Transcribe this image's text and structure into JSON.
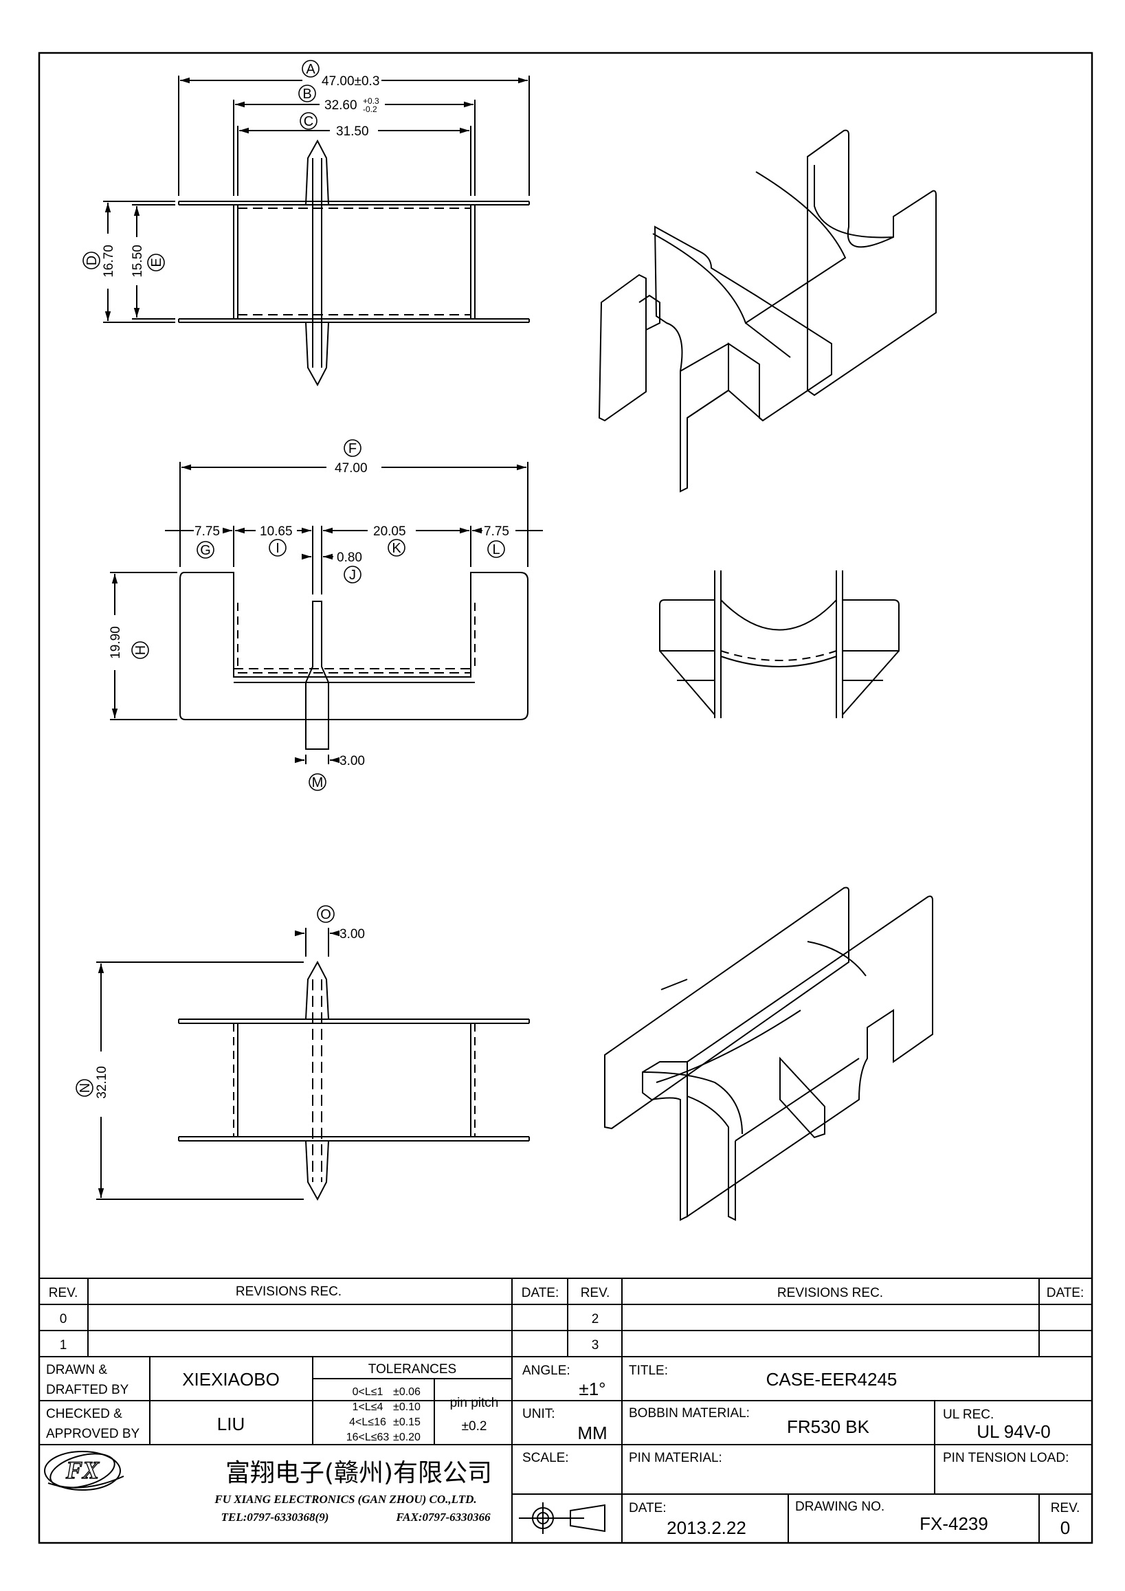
{
  "dimensions": {
    "A": {
      "label": "A",
      "value": "47.00±0.3"
    },
    "B": {
      "label": "B",
      "value": "32.60",
      "tol_upper": "+0.3",
      "tol_lower": "-0.2"
    },
    "C": {
      "label": "C",
      "value": "31.50"
    },
    "D": {
      "label": "D",
      "value": "16.70"
    },
    "E": {
      "label": "E",
      "value": "15.50"
    },
    "F": {
      "label": "F",
      "value": "47.00"
    },
    "G": {
      "label": "G",
      "value": "7.75"
    },
    "I": {
      "label": "I",
      "value": "10.65"
    },
    "K": {
      "label": "K",
      "value": "20.05"
    },
    "L": {
      "label": "L",
      "value": "7.75"
    },
    "J": {
      "label": "J",
      "value": "0.80"
    },
    "H": {
      "label": "H",
      "value": "19.90"
    },
    "M": {
      "label": "M",
      "value": "3.00"
    },
    "O": {
      "label": "O",
      "value": "3.00"
    },
    "N": {
      "label": "N",
      "value": "32.10"
    }
  },
  "revisions": {
    "header": {
      "rev": "REV.",
      "revisions_rec": "REVISIONS   REC.",
      "date": "DATE:"
    },
    "rows_left": [
      "0",
      "1"
    ],
    "rows_right": [
      "2",
      "3"
    ]
  },
  "title_block": {
    "drawn_label_1": "DRAWN  &",
    "drawn_label_2": "DRAFTED BY",
    "drawn_value": "XIEXIAOBO",
    "checked_label_1": "CHECKED &",
    "checked_label_2": "APPROVED BY",
    "checked_value": "LIU",
    "tolerances_title": "TOLERANCES",
    "tolerances": [
      {
        "range": "0<L≤1",
        "tol": "±0.06"
      },
      {
        "range": "1<L≤4",
        "tol": "±0.10"
      },
      {
        "range": "4<L≤16",
        "tol": "±0.15"
      },
      {
        "range": "16<L≤63",
        "tol": "±0.20"
      }
    ],
    "pin_pitch_label": "pin  pitch",
    "pin_pitch_value": "±0.2",
    "angle_label": "ANGLE:",
    "angle_value": "±1°",
    "unit_label": "UNIT:",
    "unit_value": "MM",
    "scale_label": "SCALE:",
    "title_label": "TITLE:",
    "title_value": "CASE-EER4245",
    "bobbin_material_label": "BOBBIN  MATERIAL:",
    "bobbin_material_value": "FR530  BK",
    "ul_rec_label": "UL  REC.",
    "ul_rec_value": "UL  94V-0",
    "pin_material_label": "PIN  MATERIAL:",
    "pin_tension_label": "PIN  TENSION  LOAD:",
    "date_label": "DATE:",
    "date_value": "2013.2.22",
    "drawing_no_label": "DRAWING  NO.",
    "drawing_no_value": "FX-4239",
    "rev_label": "REV.",
    "rev_value": "0",
    "company_cn": "富翔电子(赣州)有限公司",
    "company_en": "FU XIANG ELECTRONICS (GAN ZHOU) CO.,LTD.",
    "tel": "TEL:0797-6330368(9)",
    "fax": "FAX:0797-6330366",
    "logo_text": "FX"
  }
}
